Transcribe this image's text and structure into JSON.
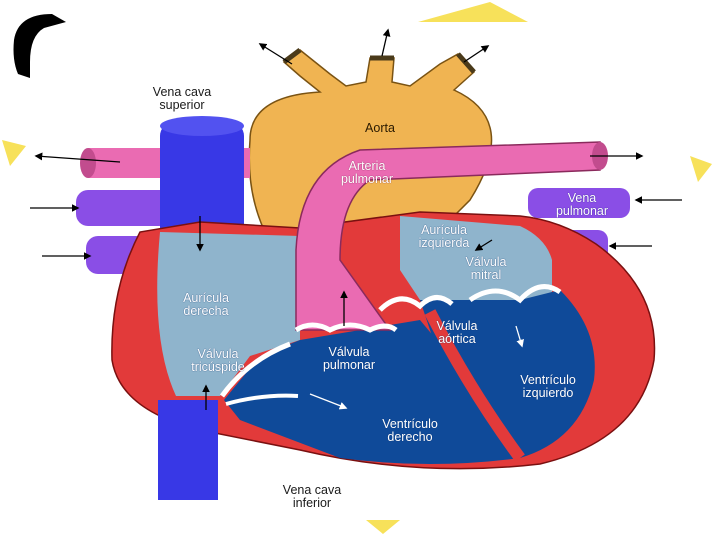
{
  "diagram": {
    "colors": {
      "background": "#ffffff",
      "aorta": "#f0b452",
      "pulmonary_artery": "#ea6bb2",
      "vena_cava": "#3838e6",
      "pulmonary_veins": "#8a4ee6",
      "atria": "#8fb4cc",
      "ventricles": "#0f4a99",
      "myocardium": "#e23a3a",
      "valves": "#ffffff",
      "decor_yellow": "#f7e15a"
    },
    "labels": {
      "vena_cava_superior": [
        "Vena cava",
        "superior"
      ],
      "aorta": [
        "Aorta"
      ],
      "arteria_pulmonar": [
        "Arteria",
        "pulmonar"
      ],
      "vena_pulmonar": [
        "Vena",
        "pulmonar"
      ],
      "auricula_izquierda": [
        "Aurícula",
        "izquierda"
      ],
      "valvula_mitral": [
        "Válvula",
        "mitral"
      ],
      "auricula_derecha": [
        "Aurícula",
        "derecha"
      ],
      "valvula_aortica": [
        "Válvula",
        "aórtica"
      ],
      "valvula_tricuspide": [
        "Válvula",
        "tricúspide"
      ],
      "valvula_pulmonar": [
        "Válvula",
        "pulmonar"
      ],
      "ventriculo_izquierdo": [
        "Ventrículo",
        "izquierdo"
      ],
      "ventriculo_derecho": [
        "Ventrículo",
        "derecho"
      ],
      "vena_cava_inferior": [
        "Vena cava",
        "inferior"
      ]
    }
  }
}
